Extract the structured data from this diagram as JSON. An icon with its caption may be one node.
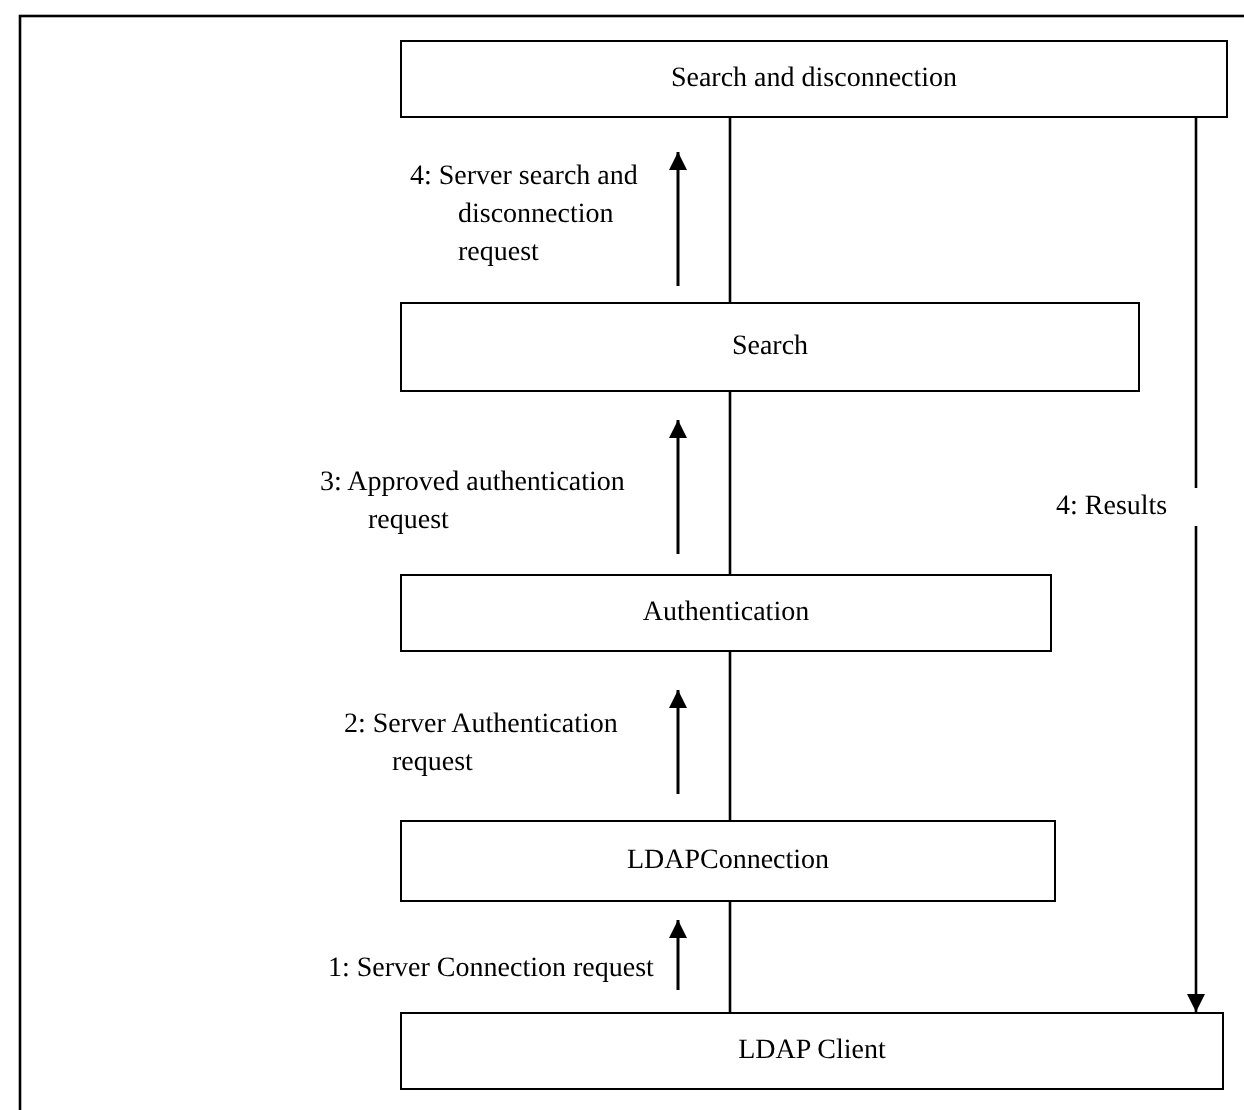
{
  "diagram": {
    "nodes": [
      {
        "text": [
          "Search and disconnection"
        ]
      },
      {
        "text": [
          "Search"
        ]
      },
      {
        "text": [
          "Authentication"
        ]
      },
      {
        "text": [
          "LDAPConnection"
        ]
      },
      {
        "text": [
          "LDAP Client"
        ]
      }
    ],
    "edges": [
      {
        "from": 4,
        "to": 3,
        "arrow": "none",
        "label": "1: Server Connection request"
      },
      {
        "from": 3,
        "to": 2,
        "arrow": "none",
        "label": "2: Server Authentication request"
      },
      {
        "from": 2,
        "to": 1,
        "arrow": "none",
        "label": "3: Approved authentication request"
      },
      {
        "from": 1,
        "to": 0,
        "arrow": "none",
        "label": "4: Server search and disconnection request"
      },
      {
        "from": 0,
        "to": 4,
        "arrow": "to",
        "label": "4: Results"
      }
    ]
  }
}
